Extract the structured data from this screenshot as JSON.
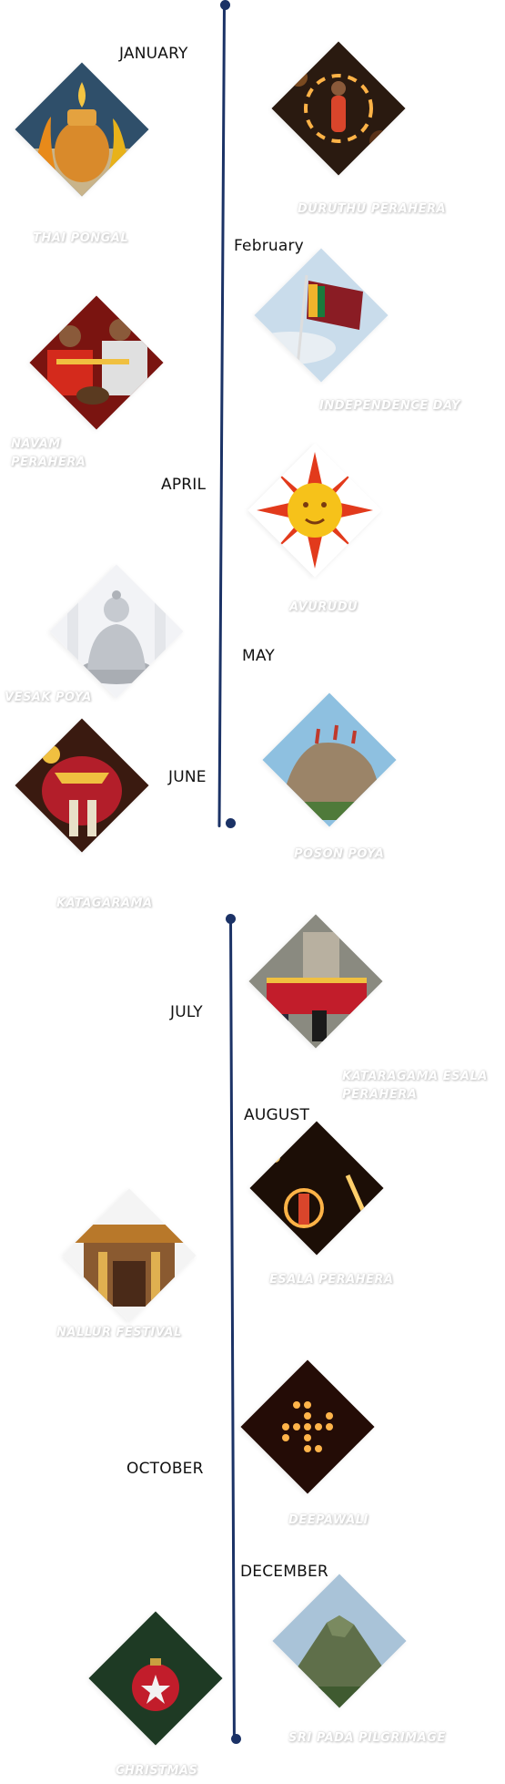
{
  "timeline": {
    "colors": {
      "line": "#1b3266",
      "caption_glow": "#cfcfcf"
    },
    "events": [
      {
        "month": "JANUARY",
        "caption": "THAI PONGAL",
        "icon": "pongal-pot-icon"
      },
      {
        "month": "",
        "caption": "DURUTHU PERAHERA",
        "icon": "fire-dancer-icon"
      },
      {
        "month": "February",
        "caption": "INDEPENDENCE DAY",
        "icon": "sri-lanka-flag-icon"
      },
      {
        "month": "",
        "caption": "NAVAM PERAHERA",
        "icon": "drummers-icon"
      },
      {
        "month": "APRIL",
        "caption": "AVURUDU",
        "icon": "sun-icon"
      },
      {
        "month": "",
        "caption": "VESAK POYA",
        "icon": "buddha-statue-icon"
      },
      {
        "month": "MAY",
        "caption": "POSON POYA",
        "icon": "mihintale-rock-icon"
      },
      {
        "month": "JUNE",
        "caption": "KATAGARAMA",
        "icon": "decorated-elephant-icon"
      },
      {
        "month": "JULY",
        "caption": "KATARAGAMA ESALA PERAHERA",
        "icon": "temple-procession-icon"
      },
      {
        "month": "AUGUST",
        "caption": "ESALA PERAHERA",
        "icon": "fire-ring-icon"
      },
      {
        "month": "",
        "caption": "NALLUR FESTIVAL",
        "icon": "kovil-icon"
      },
      {
        "month": "OCTOBER",
        "caption": "DEEPAWALI",
        "icon": "oil-lamps-icon"
      },
      {
        "month": "DECEMBER",
        "caption": "SRI PADA PILGRIMAGE",
        "icon": "adams-peak-icon"
      },
      {
        "month": "",
        "caption": "CHRISTMAS",
        "icon": "christmas-ornament-icon"
      }
    ]
  }
}
